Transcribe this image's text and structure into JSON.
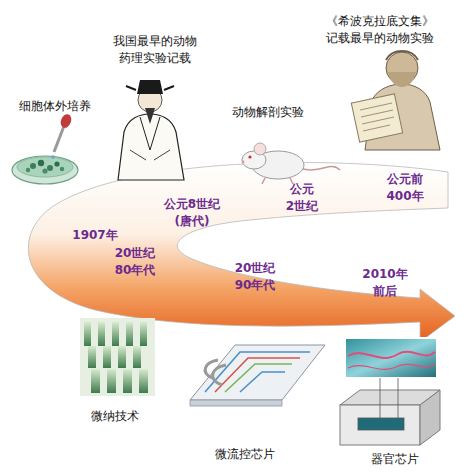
{
  "diagram": {
    "labels": [
      "细胞体外培养",
      "我国最早的动物 药理实验记载",
      "动物解剖实验",
      "《希波克拉底文集》 记载最早的动物实验",
      "公元8世纪 (唐代)",
      "公元 2世纪",
      "公元前 400年",
      "1907年",
      "20世纪 80年代",
      "20世纪 90年代",
      "2010年 前后",
      "微纳技术",
      "微流控芯片",
      "器官芯片"
    ]
  }
}
